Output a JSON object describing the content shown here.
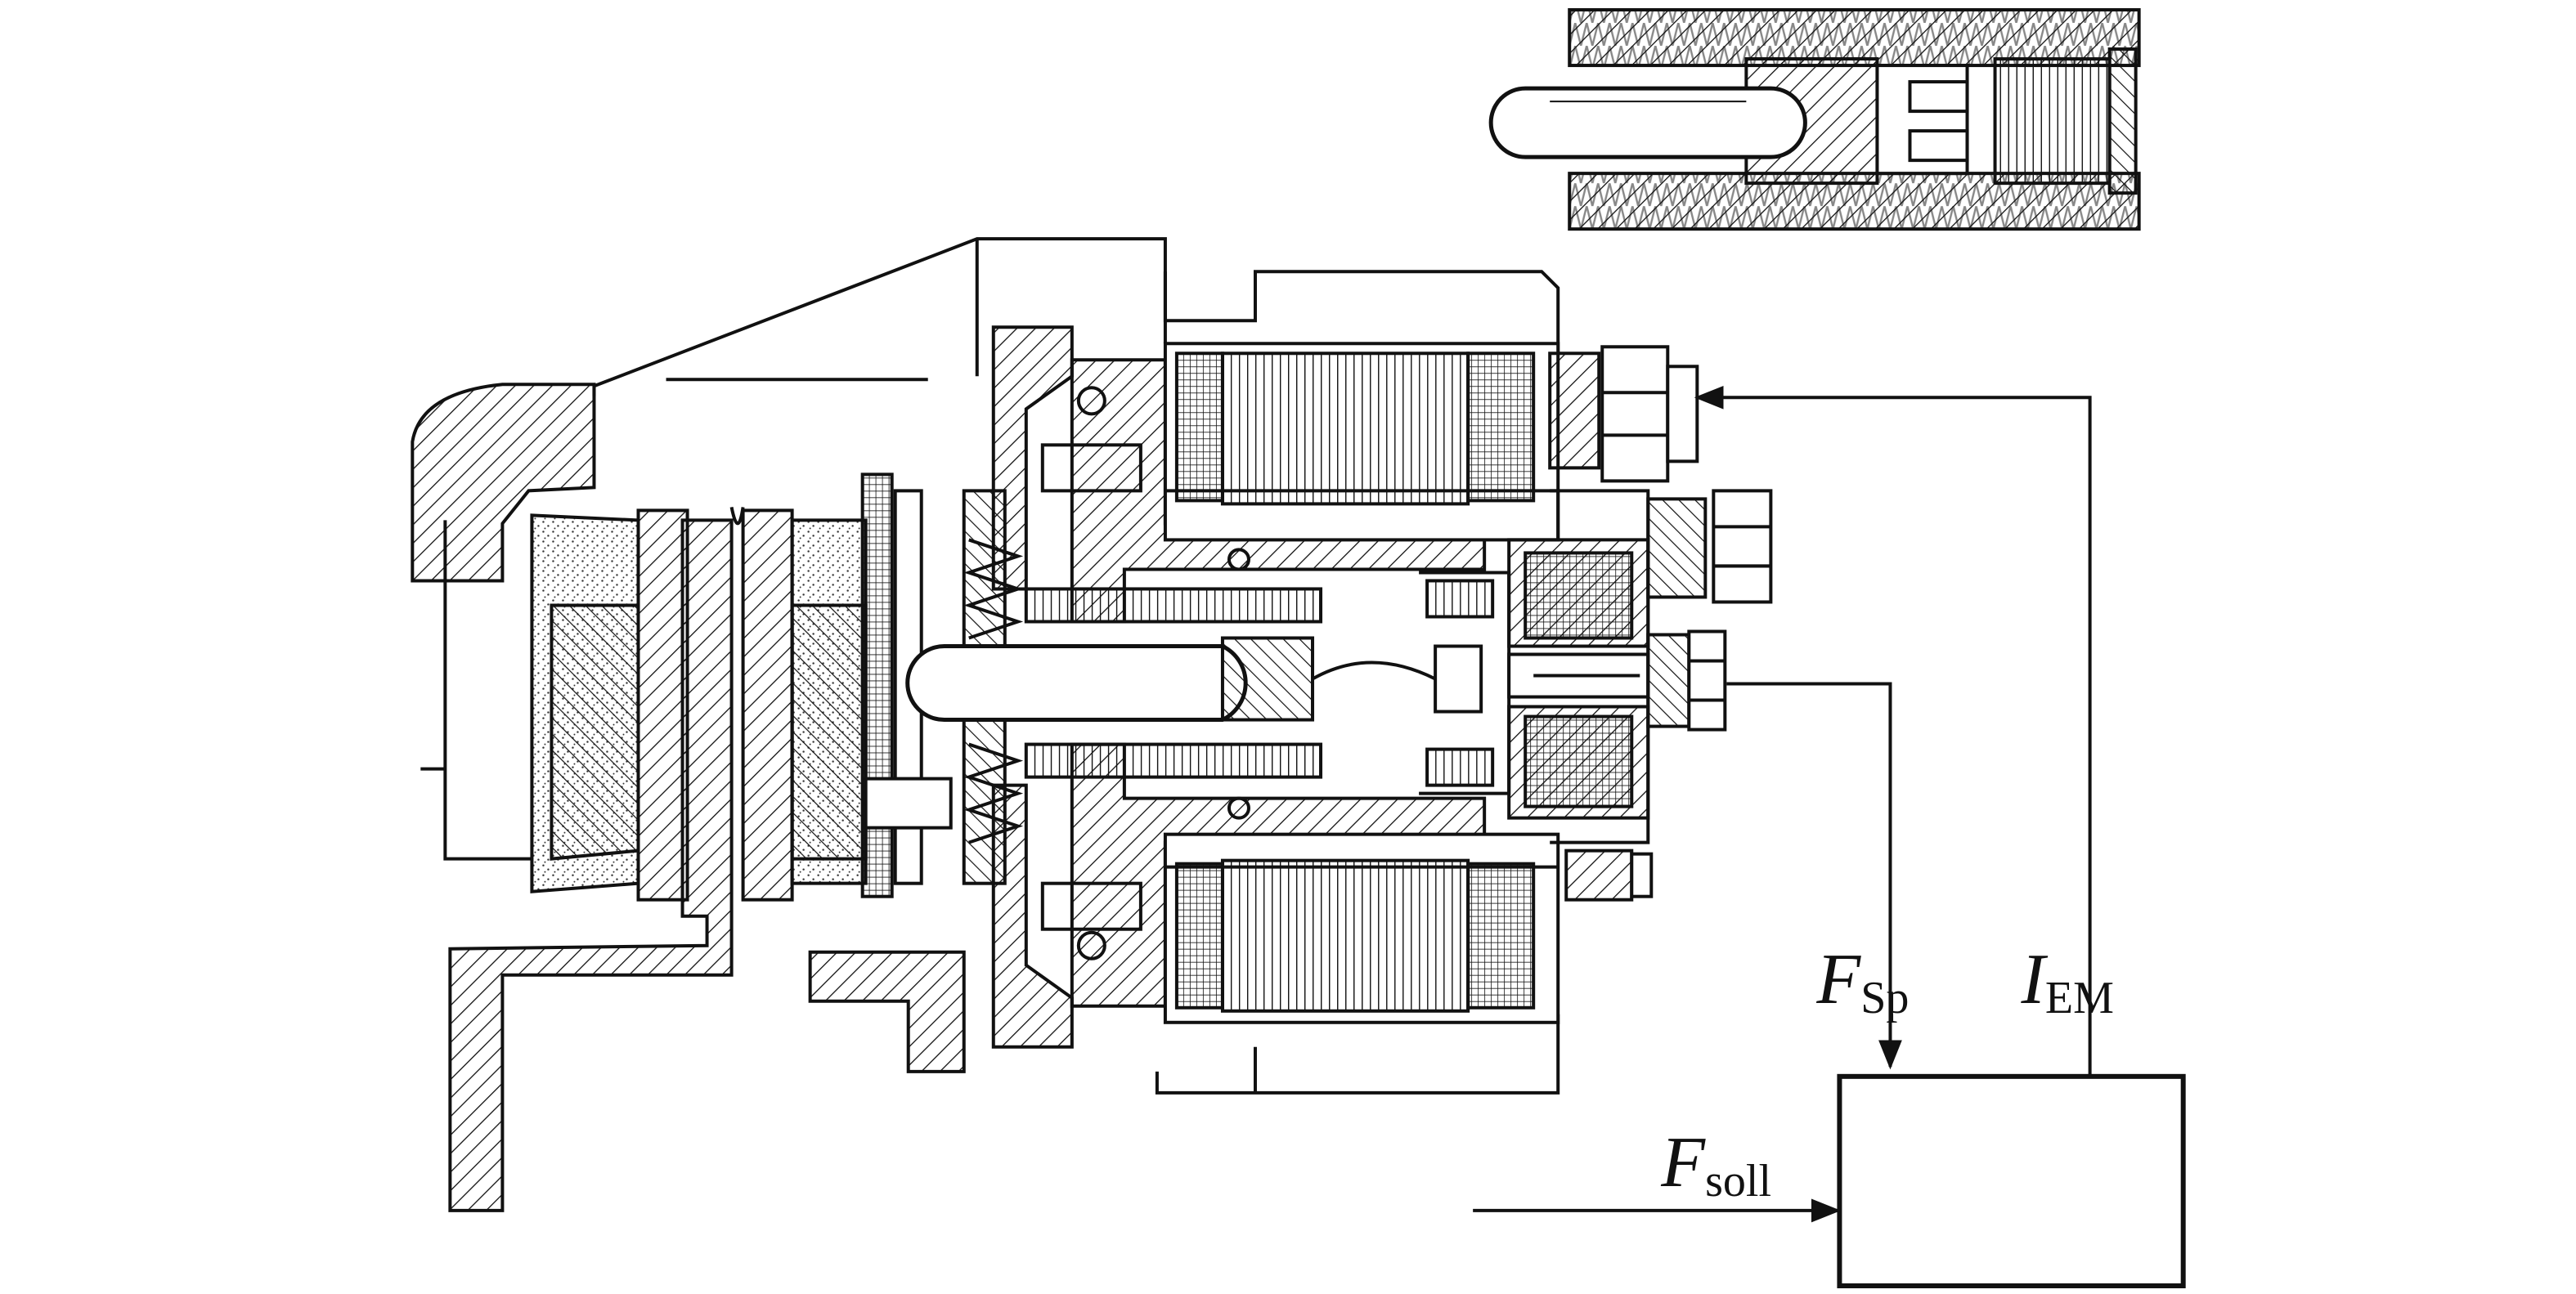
{
  "labels": {
    "f_sp": {
      "main": "F",
      "sub": "Sp"
    },
    "i_em": {
      "main": "I",
      "sub": "EM"
    },
    "f_soll": {
      "main": "F",
      "sub": "soll"
    }
  },
  "colors": {
    "ink": "#111111",
    "background": "#ffffff"
  }
}
